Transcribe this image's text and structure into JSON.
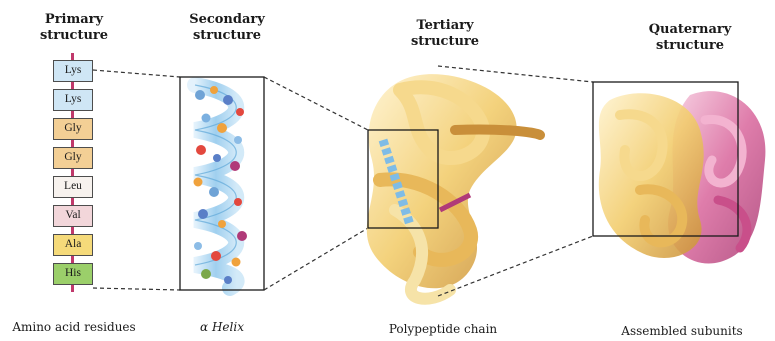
{
  "headings": {
    "primary": "Primary\nstructure",
    "secondary": "Secondary\nstructure",
    "tertiary": "Tertiary\nstructure",
    "quaternary": "Quaternary\nstructure"
  },
  "captions": {
    "primary": "Amino acid residues",
    "secondary": "α Helix",
    "tertiary": "Polypeptide chain",
    "quaternary": "Assembled subunits"
  },
  "residues": [
    {
      "label": "Lys",
      "color": "#cfe6f5"
    },
    {
      "label": "Lys",
      "color": "#cfe6f5"
    },
    {
      "label": "Gly",
      "color": "#f3cf95"
    },
    {
      "label": "Gly",
      "color": "#f3cf95"
    },
    {
      "label": "Leu",
      "color": "#f7f2ee"
    },
    {
      "label": "Val",
      "color": "#f2d6da"
    },
    {
      "label": "Ala",
      "color": "#f5da7a"
    },
    {
      "label": "His",
      "color": "#9bcf6a"
    }
  ],
  "colors": {
    "helix_ribbon": "#9fd0f0",
    "tertiary_ribbon": "#f2cd6e",
    "tertiary_shadow": "#c98f3a",
    "quaternary_pink": "#d9669c",
    "chain_link": "#c0396b"
  }
}
